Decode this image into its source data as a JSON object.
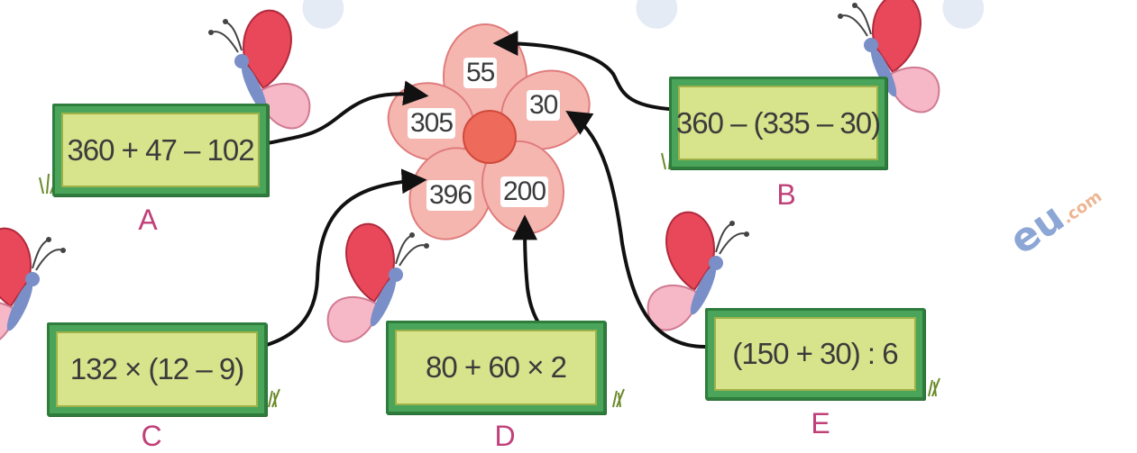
{
  "flower": {
    "values": [
      "55",
      "30",
      "305",
      "396",
      "200"
    ]
  },
  "cards": [
    {
      "label": "A",
      "expression": "360 + 47 – 102"
    },
    {
      "label": "B",
      "expression": "360 – (335 – 30)"
    },
    {
      "label": "C",
      "expression": "132 × (12 – 9)"
    },
    {
      "label": "D",
      "expression": "80 + 60 × 2"
    },
    {
      "label": "E",
      "expression": "(150 + 30) : 6"
    }
  ],
  "watermark": {
    "text": "eu",
    "suffix": ".com"
  },
  "colors": {
    "card_frame": "#4aa55a",
    "card_fill": "#d7e48b",
    "petal": "#f5b6b0",
    "flower_center": "#ee6a5a",
    "label": "#c0407a",
    "arrow": "#111111"
  }
}
